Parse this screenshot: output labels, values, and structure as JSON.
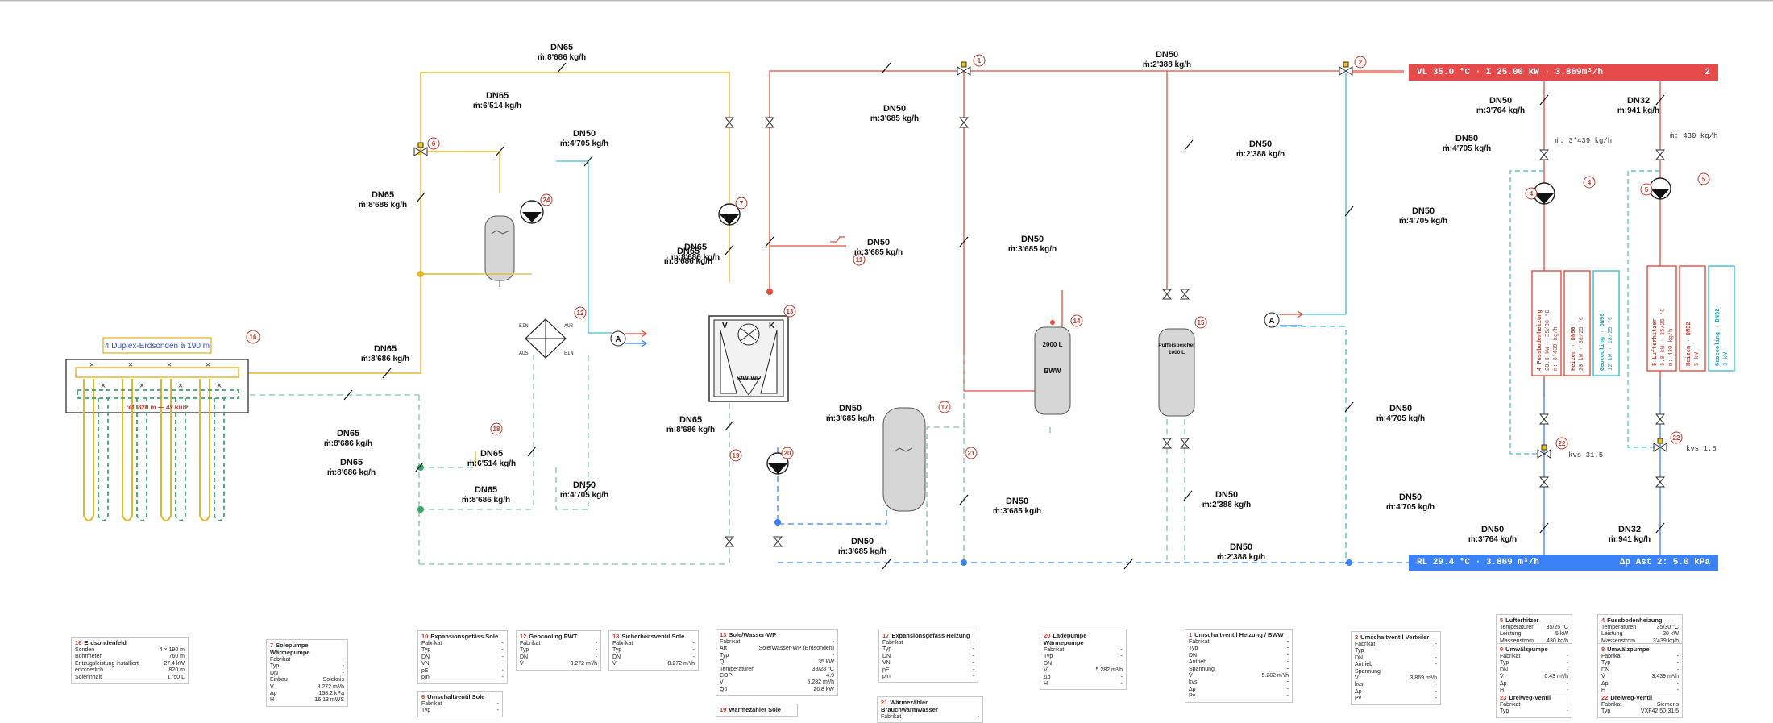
{
  "colors": {
    "supply": "#e74c3c",
    "return": "#3b82f6",
    "geo": "#e8b52a",
    "brine": "#3aa56a",
    "cool": "#3bbdd4",
    "dashed": "#7fc4a8"
  },
  "supply_bar": {
    "text": "VL 35.0 °C · Σ 25.00 kW · 3.869m³/h",
    "right": "2"
  },
  "return_bar": {
    "text": "RL 29.4 °C · 3.869 m³/h",
    "right": "Δp Ast 2: 5.0 kPa"
  },
  "field": {
    "title": "4 Duplex-Erdsonden à 190 m",
    "num": "16",
    "ref_label": "ref. 820 m — 4x kurz"
  },
  "pipe_labels": [
    {
      "dn": "DN65",
      "flow": "ṁ:8'686 kg/h"
    },
    {
      "dn": "DN65",
      "flow": "ṁ:6'514 kg/h"
    },
    {
      "dn": "DN50",
      "flow": "ṁ:4'705 kg/h"
    },
    {
      "dn": "DN65",
      "flow": "ṁ:8'686 kg/h"
    },
    {
      "dn": "DN65",
      "flow": "ṁ:8'686 kg/h"
    },
    {
      "dn": "DN65",
      "flow": "ṁ:8'686 kg/h"
    },
    {
      "dn": "DN65",
      "flow": "ṁ:8'686 kg/h"
    },
    {
      "dn": "DN65",
      "flow": "ṁ:8'686 kg/h"
    },
    {
      "dn": "DN65",
      "flow": "ṁ:6'514 kg/h"
    },
    {
      "dn": "DN50",
      "flow": "ṁ:4'705 kg/h"
    },
    {
      "dn": "DN65",
      "flow": "ṁ:8'686 kg/h"
    },
    {
      "dn": "DN65",
      "flow": "ṁ:8'686 kg/h"
    },
    {
      "dn": "DN65",
      "flow": "ṁ:8'686 kg/h"
    },
    {
      "dn": "DN50",
      "flow": "ṁ:3'685 kg/h"
    },
    {
      "dn": "DN50",
      "flow": "ṁ:3'685 kg/h"
    },
    {
      "dn": "DN50",
      "flow": "ṁ:3'685 kg/h"
    },
    {
      "dn": "DN50",
      "flow": "ṁ:3'685 kg/h"
    },
    {
      "dn": "DN50",
      "flow": "ṁ:3'685 kg/h"
    },
    {
      "dn": "DN50",
      "flow": "ṁ:3'685 kg/h"
    },
    {
      "dn": "DN50",
      "flow": "ṁ:2'388 kg/h"
    },
    {
      "dn": "DN50",
      "flow": "ṁ:2'388 kg/h"
    },
    {
      "dn": "DN50",
      "flow": "ṁ:2'388 kg/h"
    },
    {
      "dn": "DN50",
      "flow": "ṁ:2'388 kg/h"
    },
    {
      "dn": "DN50",
      "flow": "ṁ:4'705 kg/h"
    },
    {
      "dn": "DN50",
      "flow": "ṁ:4'705 kg/h"
    },
    {
      "dn": "DN50",
      "flow": "ṁ:4'705 kg/h"
    },
    {
      "dn": "DN50",
      "flow": "ṁ:4'705 kg/h"
    },
    {
      "dn": "DN50",
      "flow": "ṁ:3'764 kg/h"
    },
    {
      "dn": "DN32",
      "flow": "ṁ:941 kg/h"
    },
    {
      "dn": "DN50",
      "flow": "ṁ:3'764 kg/h"
    },
    {
      "dn": "DN32",
      "flow": "ṁ:941 kg/h"
    }
  ],
  "mono_labels": {
    "m1": "ṁ: 3'439 kg/h",
    "m2": "ṁ: 430 kg/h",
    "kvs1": "kvs 31.5",
    "kvs2": "kvs 1.6"
  },
  "nodes": {
    "wp": {
      "v": "V",
      "k": "K",
      "name": "S/W-WP"
    },
    "bww": {
      "vol": "2000 L",
      "name": "BWW"
    },
    "puffer": {
      "name": "Pufferspeicher",
      "vol": "1000 L"
    },
    "hx": {
      "ein1": "EIN",
      "aus1": "AUS",
      "aus2": "AUS",
      "ein2": "EIN"
    },
    "a1": "A",
    "a2": "A"
  },
  "circle_nums": [
    "1",
    "2",
    "6",
    "24",
    "7",
    "12",
    "13",
    "11",
    "18",
    "19",
    "20",
    "17",
    "21",
    "14",
    "15",
    "4",
    "5",
    "4",
    "5",
    "22",
    "22"
  ],
  "fbh": {
    "t1": "4 Fussbodenheizung",
    "t2": "20.0 kW · 35/30 °C",
    "t3": "ṁ: 3'439 kg/h",
    "h1": "Heizen · DN50",
    "h2": "20 kW · 30/25 °C",
    "g1": "Geocooling · DN50",
    "g2": "12 kW · 18/25 °C"
  },
  "lh": {
    "t1": "5 Lufterhitzer",
    "t2": "5.0 kW · 35/25 °C",
    "t3": "ṁ: 430 kg/h",
    "h1": "Heizen · DN32",
    "h2": "5 kW",
    "g1": "Geocooling · DN32",
    "g2": "3 kW"
  },
  "cards": [
    {
      "no": "16",
      "title": "Erdsondenfeld",
      "rows": [
        [
          "Sonden",
          "4 × 190 m"
        ],
        [
          "Bohrmeter",
          "760 m"
        ],
        [
          "Entzugsleistung installiert",
          "27.4 kW"
        ],
        [
          "erforderlich",
          "820 m"
        ],
        [
          "Solerinhalt",
          "1750 L"
        ]
      ]
    },
    {
      "no": "7",
      "title": "Solepumpe Wärmepumpe",
      "rows": [
        [
          "Fabrikat",
          "-"
        ],
        [
          "Typ",
          "-"
        ],
        [
          "DN",
          "-"
        ],
        [
          "Einbau",
          "Soleknis"
        ],
        [
          "V̇",
          "8.272 m³/h"
        ],
        [
          "Δp",
          "158.2 kPa"
        ],
        [
          "H",
          "16.13 mWS"
        ]
      ]
    },
    {
      "no": "10",
      "title": "Expansionsgefäss Sole",
      "rows": [
        [
          "Fabrikat",
          "-"
        ],
        [
          "Typ",
          "-"
        ],
        [
          "DN",
          "-"
        ],
        [
          "VN",
          "-"
        ],
        [
          "pE",
          "-"
        ],
        [
          "pIn",
          "-"
        ]
      ]
    },
    {
      "no": "6",
      "title": "Umschaltventil Sole",
      "rows": [
        [
          "Fabrikat",
          "-"
        ],
        [
          "Typ",
          "-"
        ]
      ]
    },
    {
      "no": "12",
      "title": "Geocooling PWT",
      "rows": [
        [
          "Fabrikat",
          "-"
        ],
        [
          "Typ",
          "-"
        ],
        [
          "DN",
          "-"
        ],
        [
          "V̇",
          "8.272 m³/h"
        ]
      ]
    },
    {
      "no": "18",
      "title": "Sicherheitsventil Sole",
      "rows": [
        [
          "Fabrikat",
          "-"
        ],
        [
          "Typ",
          "-"
        ],
        [
          "DN",
          "-"
        ],
        [
          "V̇",
          "8.272 m³/h"
        ]
      ]
    },
    {
      "no": "13",
      "title": "Sole/Wasser-WP",
      "rows": [
        [
          "Fabrikat",
          "-"
        ],
        [
          "Art",
          "Sole/Wasser-WP (Erdsonden)"
        ],
        [
          "Typ",
          "-"
        ],
        [
          "Q̇",
          "35 kW"
        ],
        [
          "Temperaturen",
          "38/28 °C"
        ],
        [
          "COP",
          "4.9"
        ],
        [
          "V̇",
          "5.282 m³/h"
        ],
        [
          "Q̇0",
          "26.8 kW"
        ]
      ]
    },
    {
      "no": "19",
      "title": "Wärmezähler Sole",
      "rows": []
    },
    {
      "no": "17",
      "title": "Expansionsgefäss Heizung",
      "rows": [
        [
          "Fabrikat",
          "-"
        ],
        [
          "Typ",
          "-"
        ],
        [
          "DN",
          "-"
        ],
        [
          "VN",
          "-"
        ],
        [
          "pE",
          "-"
        ],
        [
          "pIn",
          "-"
        ]
      ]
    },
    {
      "no": "21",
      "title": "Wärmezähler Brauchwarmwasser",
      "rows": [
        [
          "Fabrikat",
          "-"
        ]
      ]
    },
    {
      "no": "20",
      "title": "Ladepumpe Wärmepumpe",
      "rows": [
        [
          "Fabrikat",
          "-"
        ],
        [
          "Typ",
          "-"
        ],
        [
          "DN",
          "-"
        ],
        [
          "V̇",
          "5.282 m³/h"
        ],
        [
          "Δp",
          "-"
        ],
        [
          "H",
          "-"
        ]
      ]
    },
    {
      "no": "1",
      "title": "Umschaltventil Heizung / BWW",
      "rows": [
        [
          "Fabrikat",
          "-"
        ],
        [
          "Typ",
          "-"
        ],
        [
          "DN",
          "-"
        ],
        [
          "Antrieb",
          "-"
        ],
        [
          "Spannung",
          "-"
        ],
        [
          "V̇",
          "5.282 m³/h"
        ],
        [
          "kvs",
          "-"
        ],
        [
          "Δp",
          "-"
        ],
        [
          "Pv",
          "-"
        ]
      ]
    },
    {
      "no": "2",
      "title": "Umschaltventil Verteiler",
      "rows": [
        [
          "Fabrikat",
          "-"
        ],
        [
          "Typ",
          "-"
        ],
        [
          "DN",
          "-"
        ],
        [
          "Antrieb",
          "-"
        ],
        [
          "Spannung",
          "-"
        ],
        [
          "V̇",
          "3.869 m³/h"
        ],
        [
          "kvs",
          "-"
        ],
        [
          "Δp",
          "-"
        ],
        [
          "Pv",
          "-"
        ]
      ]
    },
    {
      "no": "5",
      "title": "Lufterhitzer",
      "rows": [
        [
          "Temperaturen",
          "35/25 °C"
        ],
        [
          "Leistung",
          "5 kW"
        ],
        [
          "Massenstrom",
          "430 kg/h"
        ]
      ]
    },
    {
      "no": "9",
      "title": "Umwälzpumpe",
      "rows": [
        [
          "Fabrikat",
          "-"
        ],
        [
          "Typ",
          "-"
        ],
        [
          "DN",
          "-"
        ],
        [
          "V̇",
          "0.43 m³/h"
        ],
        [
          "Δp",
          "-"
        ],
        [
          "H",
          "-"
        ]
      ]
    },
    {
      "no": "23",
      "title": "Dreiweg-Ventil",
      "rows": [
        [
          "Fabrikat",
          "-"
        ],
        [
          "Typ",
          "-"
        ]
      ]
    },
    {
      "no": "4",
      "title": "Fussbodenheizung",
      "rows": [
        [
          "Temperaturen",
          "35/30 °C"
        ],
        [
          "Leistung",
          "20 kW"
        ],
        [
          "Massenstrom",
          "3'439 kg/h"
        ]
      ]
    },
    {
      "no": "8",
      "title": "Umwälzpumpe",
      "rows": [
        [
          "Fabrikat",
          "-"
        ],
        [
          "Typ",
          "-"
        ],
        [
          "DN",
          "-"
        ],
        [
          "V̇",
          "3.439 m³/h"
        ],
        [
          "Δp",
          "-"
        ],
        [
          "H",
          "-"
        ]
      ]
    },
    {
      "no": "22",
      "title": "Dreiweg-Ventil",
      "rows": [
        [
          "Fabrikat",
          "Siemens"
        ],
        [
          "Typ",
          "VXF42.50-31.5"
        ]
      ]
    }
  ]
}
